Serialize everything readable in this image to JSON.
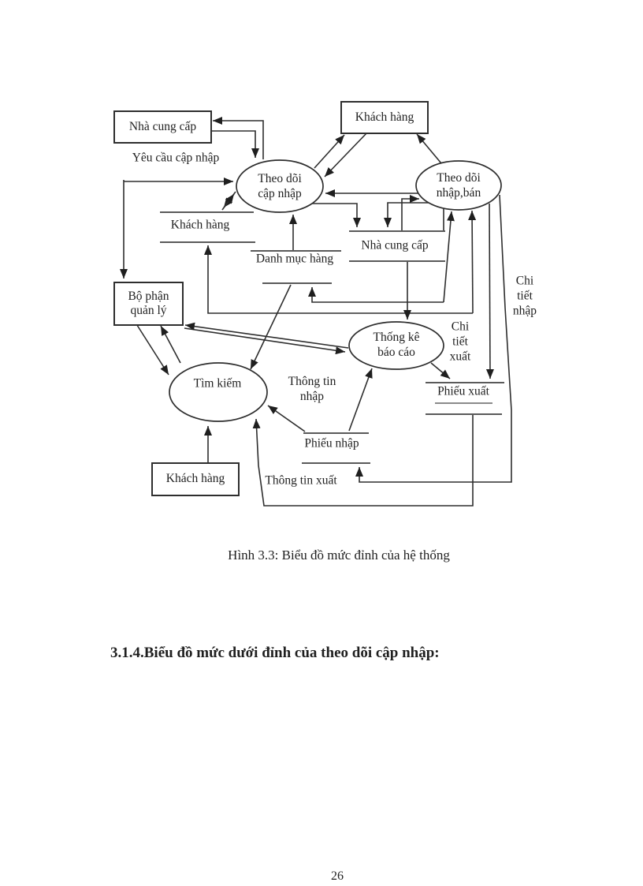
{
  "colors": {
    "ink": "#2e2e2e",
    "store_line": "#5a5a5a",
    "paper": "#ffffff"
  },
  "externals": {
    "supplier_top": "Nhà cung cấp",
    "customer_top": "Khách hàng",
    "management": {
      "line1": "Bộ phận",
      "line2": "quản lý"
    },
    "customer_bottom": "Khách hàng"
  },
  "processes": {
    "update": {
      "line1": "Theo dõi",
      "line2": "cập nhập"
    },
    "import_sale": {
      "line1": "Theo dõi",
      "line2": "nhập,bán"
    },
    "report": {
      "line1": "Thống kê",
      "line2": "báo cáo"
    },
    "search": "Tìm kiếm"
  },
  "stores": {
    "customer": "Khách hàng",
    "catalog": "Danh mục hàng",
    "supplier": "Nhà cung cấp",
    "export_slip": "Phiếu xuất",
    "import_slip": "Phiếu nhập"
  },
  "flow_labels": {
    "update_request": "Yêu cầu cập nhập",
    "import_info": {
      "line1": "Thông tin",
      "line2": "nhập"
    },
    "export_info": "Thông tin xuất",
    "export_detail": {
      "line1": "Chi",
      "line2": "tiết",
      "line3": "xuất"
    },
    "import_detail": {
      "line1": "Chi",
      "line2": "tiết",
      "line3": "nhập"
    }
  },
  "caption": "Hình 3.3: Biểu đồ mức đỉnh của hệ thống",
  "heading": "3.1.4.Biểu đồ mức dưới đỉnh của theo dõi cập nhập:",
  "page_number": "26"
}
